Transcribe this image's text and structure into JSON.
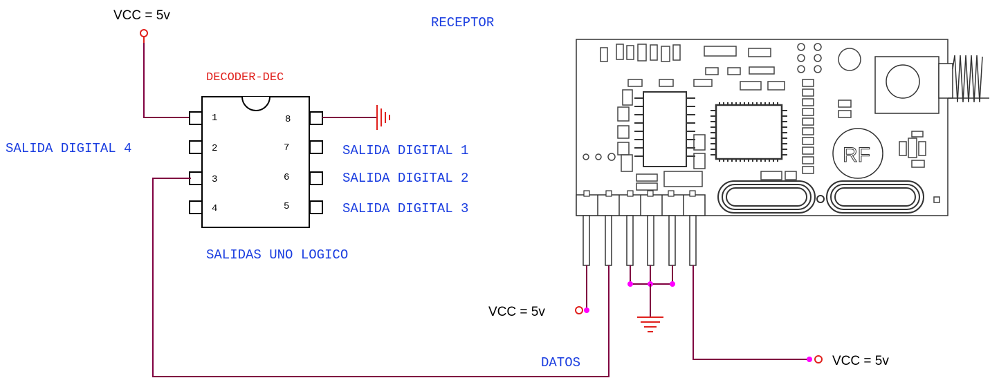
{
  "labels": {
    "vcc_top": "VCC = 5v",
    "receptor": "RECEPTOR",
    "decoder": "DECODER-DEC",
    "out4": "SALIDA DIGITAL 4",
    "out1": "SALIDA DIGITAL 1",
    "out2": "SALIDA DIGITAL 2",
    "out3": "SALIDA DIGITAL 3",
    "outputs_note": "SALIDAS UNO LOGICO",
    "vcc_mid": "VCC = 5v",
    "datos": "DATOS",
    "vcc_right": "VCC = 5v",
    "rf": "RF"
  },
  "pins": [
    "1",
    "2",
    "3",
    "4",
    "5",
    "6",
    "7",
    "8"
  ],
  "colors": {
    "wire": "#800040",
    "label_blue": "#1a3de0",
    "label_red": "#e0201c",
    "junction": "#ff00ff",
    "terminal": "#e0201c"
  }
}
